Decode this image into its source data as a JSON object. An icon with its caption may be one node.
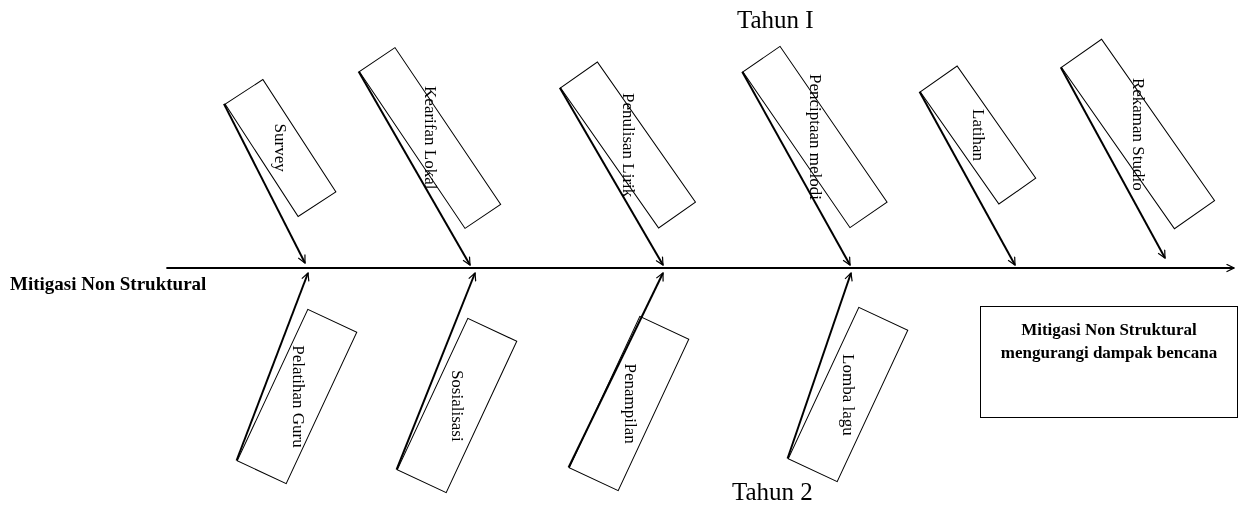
{
  "diagram": {
    "nodes": [
      {
        "text": [
          "Mitigasi Non Struktural"
        ]
      },
      {
        "text": [
          "Survey"
        ]
      },
      {
        "text": [
          "Kearifan Lokal"
        ]
      },
      {
        "text": [
          "Penulisan Lirik"
        ]
      },
      {
        "text": [
          "Penciptaan melodi"
        ]
      },
      {
        "text": [
          "Latihan"
        ]
      },
      {
        "text": [
          "Rekaman Studio"
        ]
      },
      {
        "text": [
          "Pelatihan Guru"
        ]
      },
      {
        "text": [
          "Sosialisasi"
        ]
      },
      {
        "text": [
          "Penampilan"
        ]
      },
      {
        "text": [
          "Lomba lagu"
        ]
      },
      {
        "text": [
          "Mitigasi Non Struktural mengurangi dampak bencana"
        ]
      }
    ],
    "edges": [
      {
        "from": 0,
        "to": 11,
        "arrow": "to"
      },
      {
        "from": 1,
        "to": null,
        "arrow": "to"
      },
      {
        "from": 2,
        "to": null,
        "arrow": "to"
      },
      {
        "from": 3,
        "to": null,
        "arrow": "to"
      },
      {
        "from": 4,
        "to": null,
        "arrow": "to"
      },
      {
        "from": 5,
        "to": null,
        "arrow": "to"
      },
      {
        "from": 6,
        "to": null,
        "arrow": "to"
      },
      {
        "from": 7,
        "to": null,
        "arrow": "to"
      },
      {
        "from": 8,
        "to": null,
        "arrow": "to"
      },
      {
        "from": 9,
        "to": null,
        "arrow": "to"
      },
      {
        "from": 10,
        "to": null,
        "arrow": "to"
      }
    ],
    "labels": [
      "Tahun I",
      "Tahun 2"
    ]
  }
}
